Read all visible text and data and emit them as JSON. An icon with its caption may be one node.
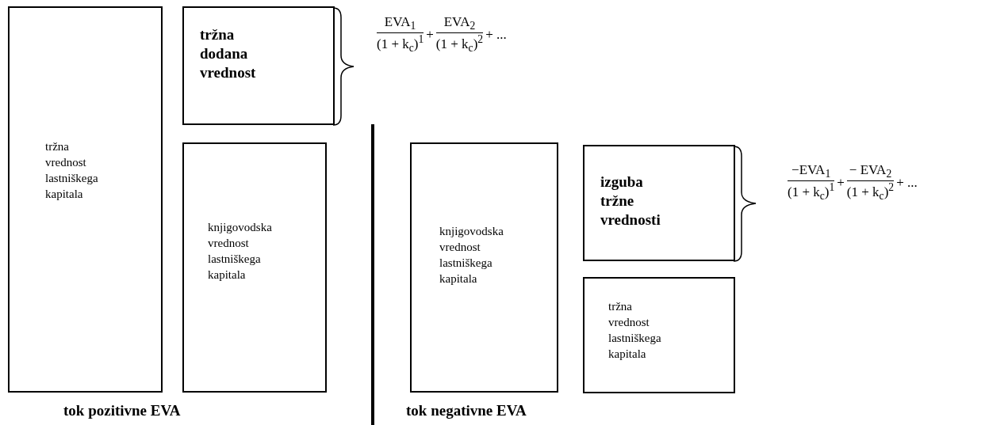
{
  "diagram": {
    "nodes": [
      {
        "text": [
          "tržna vrednost lastniškega kapitala"
        ]
      },
      {
        "text": [
          "tržna dodana vrednost"
        ]
      },
      {
        "text": [
          "knjigovodska vrednost lastniškega kapitala"
        ]
      },
      {
        "text": [
          "knjigovodska vrednost lastniškega kapitala"
        ]
      },
      {
        "text": [
          "izguba tržne vrednosti"
        ]
      },
      {
        "text": [
          "tržna vrednost lastniškega kapitala"
        ]
      }
    ],
    "edges": [],
    "labels": [
      "EVA$_{1}$",
      "(1 + k$_{c}$)$^{1}$",
      "+",
      "EVA$_{2}$",
      "(1 + k$_{c}$)$^{2}$",
      "+ ...",
      "−EVA$_{1}$",
      "(1 + k$_{c}$)$^{1}$",
      "+",
      "− EVA$_{2}$",
      "(1 + k$_{c}$)$^{2}$",
      "+ ...",
      "tok pozitivne EVA",
      "tok negativne EVA"
    ]
  }
}
